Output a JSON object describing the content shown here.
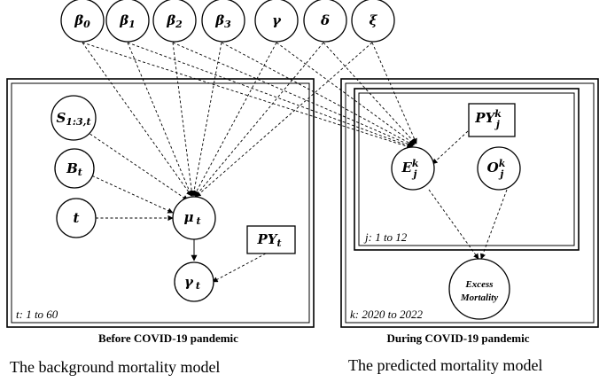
{
  "params": [
    {
      "base": "β",
      "sub": "0"
    },
    {
      "base": "β",
      "sub": "1"
    },
    {
      "base": "β",
      "sub": "2"
    },
    {
      "base": "β",
      "sub": "3"
    },
    {
      "base": "γ",
      "sub": ""
    },
    {
      "base": "δ",
      "sub": ""
    },
    {
      "base": "ξ",
      "sub": ""
    }
  ],
  "left_model": {
    "nodes": {
      "s": {
        "base": "S",
        "sub": "1:3,t"
      },
      "b": {
        "base": "B",
        "sub": "t"
      },
      "t": {
        "base": "t",
        "sub": ""
      },
      "mu": {
        "base": "μ",
        "sub": "t"
      },
      "y": {
        "base": "γ",
        "sub": "t"
      },
      "py": {
        "base": "PY",
        "sub": "t"
      }
    },
    "range_label": "t: 1 to 60",
    "caption": "Before COVID-19 pandemic",
    "title": "The background mortality model"
  },
  "right_model": {
    "nodes": {
      "e": {
        "base": "E",
        "sub": "j",
        "sup": "k"
      },
      "o": {
        "base": "O",
        "sub": "j",
        "sup": "k"
      },
      "py": {
        "base": "PY",
        "sub": "j",
        "sup": "k"
      },
      "excess_line1": "Excess",
      "excess_line2": "Mortality"
    },
    "inner_range_label": "j: 1 to 12",
    "outer_range_label": "k: 2020 to 2022",
    "caption": "During COVID-19 pandemic",
    "title": "The predicted mortality model"
  }
}
